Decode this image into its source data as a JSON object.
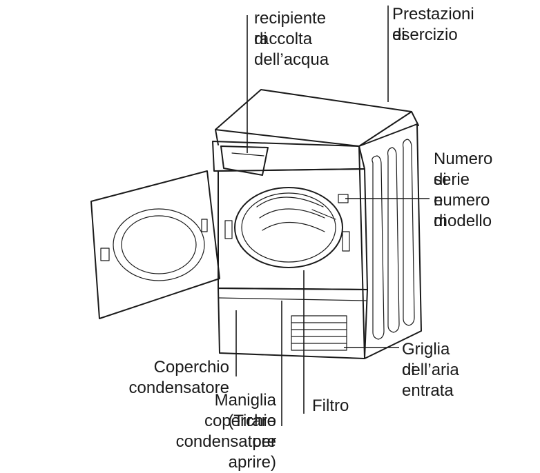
{
  "labels": {
    "water_container": [
      "recipiente di",
      "raccolta",
      "dell’acqua"
    ],
    "performance": [
      "Prestazioni di",
      "esercizio"
    ],
    "serial_number": [
      "Numero di",
      "serie e",
      "numero di",
      "modello"
    ],
    "air_intake_grille": [
      "Griglia di entrata",
      "dell’aria"
    ],
    "condenser_cover": [
      "Coperchio condensatore"
    ],
    "condenser_cover_handle": [
      "Maniglia coperchio condensatore",
      "(Tirare per aprire)"
    ],
    "filter": [
      "Filtro"
    ]
  },
  "colors": {
    "ink": "#1a1a1a",
    "background": "#ffffff"
  }
}
